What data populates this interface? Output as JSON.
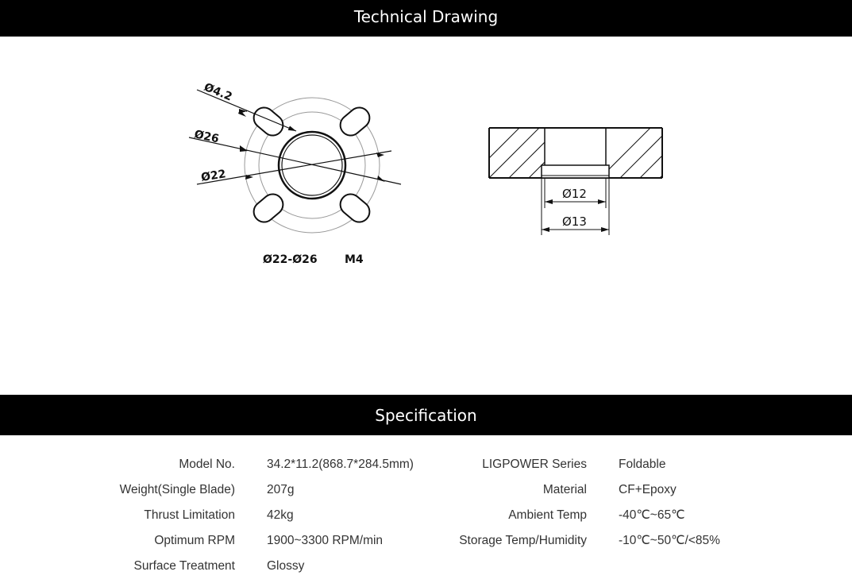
{
  "sections": {
    "drawing_title": "Technical Drawing",
    "spec_title": "Specification"
  },
  "drawing": {
    "labels": {
      "d42": "Ø4.2",
      "d26": "Ø26",
      "d22": "Ø22",
      "range": "Ø22-Ø26",
      "thread": "M4",
      "d12": "Ø12",
      "d13": "Ø13"
    }
  },
  "spec": {
    "left": [
      {
        "label": "Model No.",
        "value": "34.2*11.2(868.7*284.5mm)"
      },
      {
        "label": "Weight(Single Blade)",
        "value": "207g"
      },
      {
        "label": "Thrust Limitation",
        "value": "42kg"
      },
      {
        "label": "Optimum RPM",
        "value": "1900~3300 RPM/min"
      },
      {
        "label": "Surface Treatment",
        "value": "Glossy"
      }
    ],
    "right": [
      {
        "label": "LIGPOWER Series",
        "value": "Foldable"
      },
      {
        "label": "Material",
        "value": "CF+Epoxy"
      },
      {
        "label": "Ambient Temp",
        "value": "-40℃~65℃"
      },
      {
        "label": "Storage Temp/Humidity",
        "value": "-10℃~50℃/<85%"
      }
    ]
  }
}
